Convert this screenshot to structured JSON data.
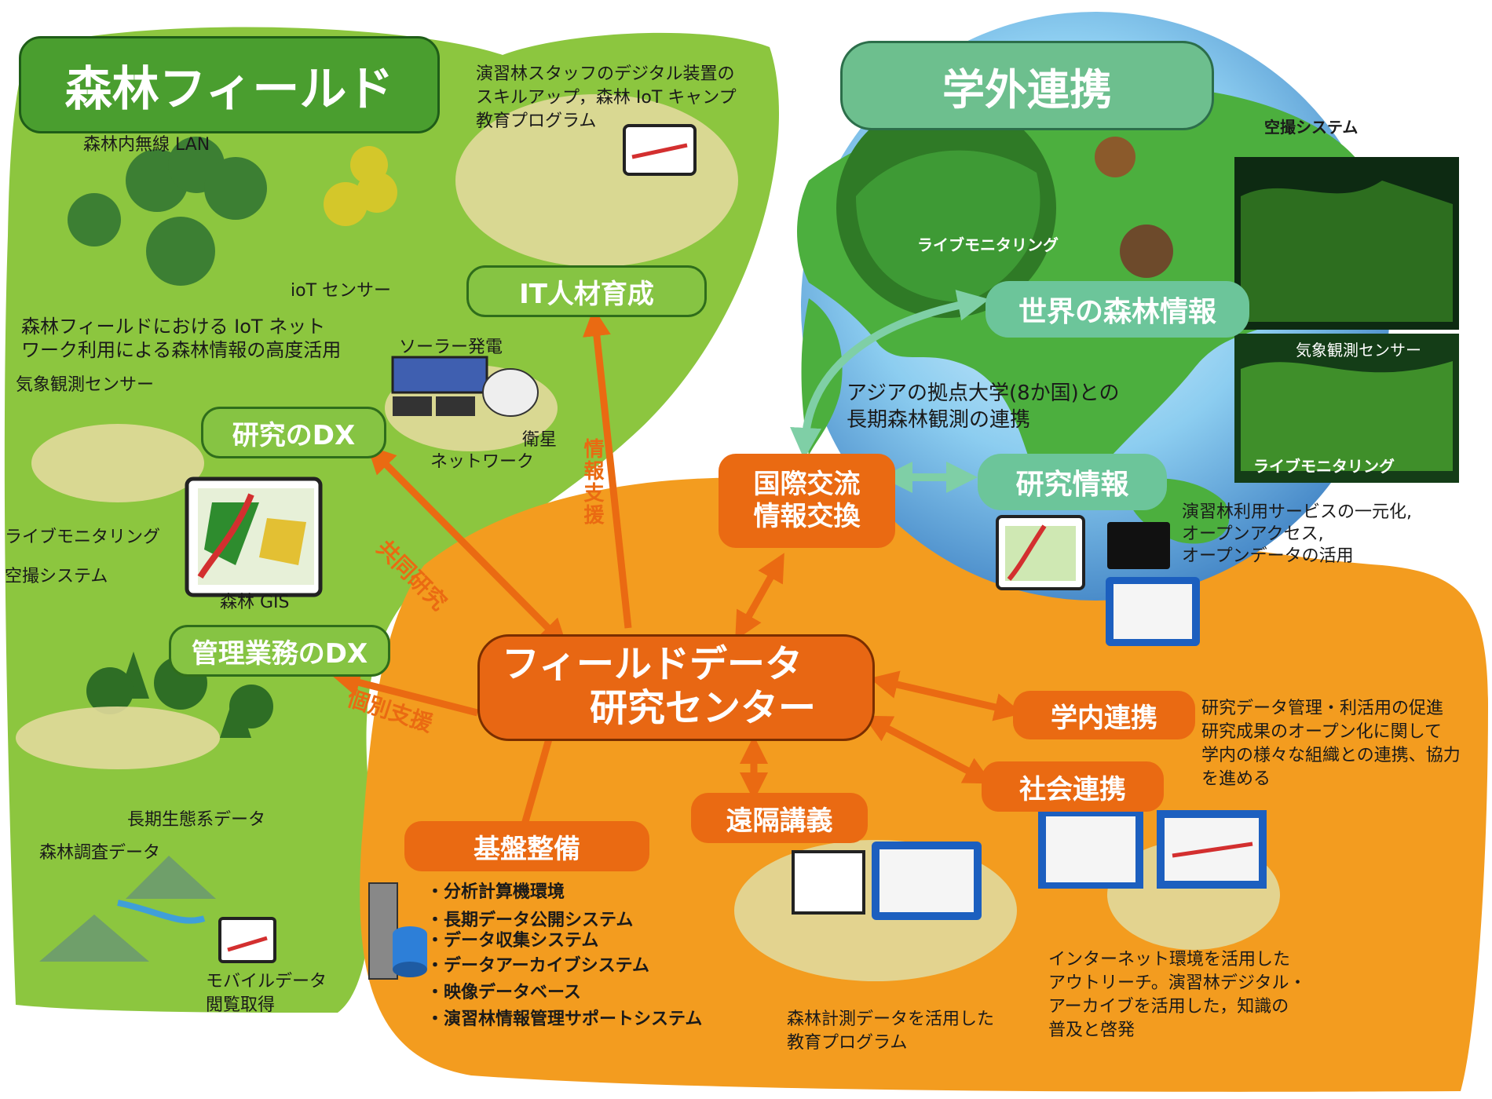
{
  "titles": {
    "forest_field": "森林フィールド",
    "external": "学外連携"
  },
  "center": {
    "line1": "フィールドデータ",
    "line2": "研究センター"
  },
  "boxes": {
    "it_talent": "IT人材育成",
    "research_dx": "研究のDX",
    "admin_dx": "管理業務のDX",
    "world_forest": "世界の森林情報",
    "research_info": "研究情報",
    "intl_line1": "国際交流",
    "intl_line2": "情報交換",
    "campus": "学内連携",
    "society": "社会連携",
    "remote": "遠隔講義",
    "infra": "基盤整備"
  },
  "arrow_labels": {
    "info_support": "情報支援",
    "joint_research": "共同研究",
    "individual_support": "個別支援"
  },
  "forest": {
    "lan": "森林内無線 LAN",
    "iot_sensor": "ioT センサー",
    "iot_desc_1": "森林フィールドにおける IoT ネット",
    "iot_desc_2": "ワーク利用による森林情報の高度活用",
    "weather": "気象観測センサー",
    "live": "ライブモニタリング",
    "aerial": "空撮システム",
    "gis": "森林 GIS",
    "solar": "ソーラー発電",
    "sat_1": "衛星",
    "sat_2": "ネットワーク",
    "eco": "長期生態系データ",
    "survey": "森林調査データ",
    "mobile_1": "モバイルデータ",
    "mobile_2": "閲覧取得",
    "staff_1": "演習林スタッフのデジタル装置の",
    "staff_2": "スキルアップ，森林 IoT キャンプ",
    "staff_3": "教育プログラム"
  },
  "globe": {
    "live1": "ライブモニタリング",
    "aerial": "空撮システム",
    "weather": "気象観測センサー",
    "live2": "ライブモニタリング",
    "asia_1": "アジアの拠点大学(8か国)との",
    "asia_2": "長期森林観測の連携",
    "service_1": "演習林利用サービスの一元化,",
    "service_2": "オープンアクセス,",
    "service_3": "オープンデータの活用"
  },
  "campus_desc": [
    "研究データ管理・利活用の促進",
    "研究成果のオープン化に関して",
    "学内の様々な組織との連携、協力",
    "を進める"
  ],
  "society_desc": [
    "インターネット環境を活用した",
    "アウトリーチ。演習林デジタル・",
    "アーカイブを活用した，知識の",
    "普及と啓発"
  ],
  "remote_desc": [
    "森林計測データを活用した",
    "教育プログラム"
  ],
  "infra_items": [
    "・分析計算機環境",
    "・長期データ公開システム",
    "・データ収集システム",
    "・データアーカイブシステム",
    "・映像データベース",
    "・演習林情報管理サポートシステム"
  ],
  "colors": {
    "forest_green": "#8cc63f",
    "orange_area": "#f39c1f",
    "accent_orange": "#ea6a12",
    "teal": "#6cc59a",
    "globe_blue": "#9fd3f0"
  }
}
